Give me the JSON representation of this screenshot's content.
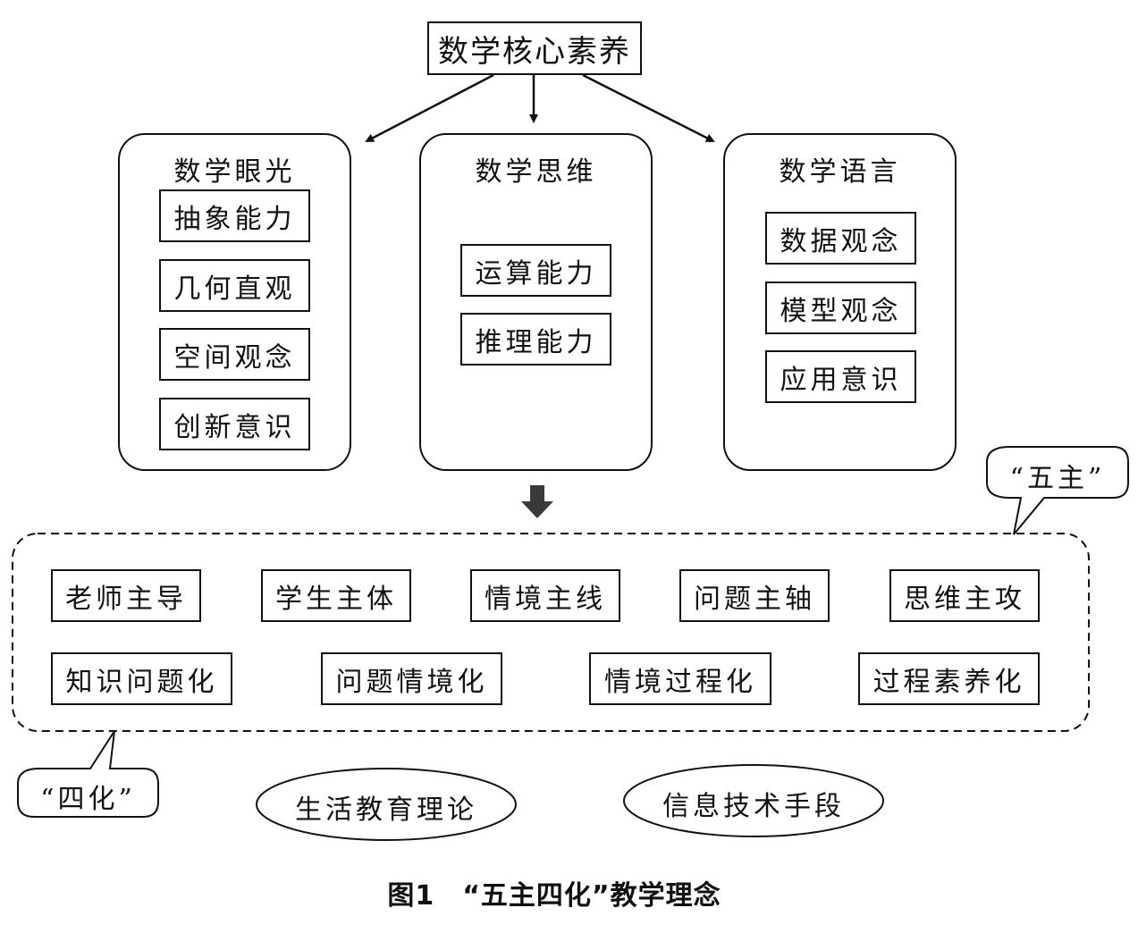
{
  "root": {
    "label": "数学核心素养"
  },
  "panels": [
    {
      "title": "数学眼光",
      "items": [
        "抽象能力",
        "几何直观",
        "空间观念",
        "创新意识"
      ]
    },
    {
      "title": "数学思维",
      "items": [
        "运算能力",
        "推理能力"
      ]
    },
    {
      "title": "数学语言",
      "items": [
        "数据观念",
        "模型观念",
        "应用意识"
      ]
    }
  ],
  "five_main": {
    "callout": "“五主”",
    "items": [
      "老师主导",
      "学生主体",
      "情境主线",
      "问题主轴",
      "思维主攻"
    ]
  },
  "four_ization": {
    "callout": "“四化”",
    "items": [
      "知识问题化",
      "问题情境化",
      "情境过程化",
      "过程素养化"
    ]
  },
  "supports": [
    "生活教育理论",
    "信息技术手段"
  ],
  "caption": "图1　“五主四化”教学理念",
  "icons": {
    "down_arrow": "block-down-arrow-icon"
  },
  "colors": {
    "stroke": "#111111",
    "arrow_fill": "#3a3a3a",
    "background": "#ffffff"
  }
}
